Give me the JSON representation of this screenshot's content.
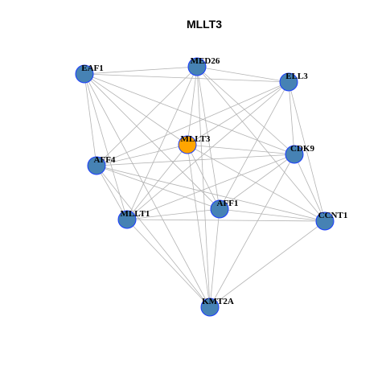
{
  "graph": {
    "title": "MLLT3",
    "colors": {
      "hub": "#ffa500",
      "node": "#4682b4",
      "node_border": "#1a3cff",
      "edge": "#b3b3b3"
    },
    "nodes": [
      {
        "id": "EAF1",
        "label": "EAF1",
        "hub": false
      },
      {
        "id": "MED26",
        "label": "MED26",
        "hub": false
      },
      {
        "id": "ELL3",
        "label": "ELL3",
        "hub": false
      },
      {
        "id": "MLLT3",
        "label": "MLLT3",
        "hub": true
      },
      {
        "id": "CDK9",
        "label": "CDK9",
        "hub": false
      },
      {
        "id": "AFF4",
        "label": "AFF4",
        "hub": false
      },
      {
        "id": "AFF1",
        "label": "AFF1",
        "hub": false
      },
      {
        "id": "MLLT1",
        "label": "MLLT1",
        "hub": false
      },
      {
        "id": "CCNT1",
        "label": "CCNT1",
        "hub": false
      },
      {
        "id": "KMT2A",
        "label": "KMT2A",
        "hub": false
      }
    ],
    "edges": [
      [
        "EAF1",
        "MED26"
      ],
      [
        "EAF1",
        "ELL3"
      ],
      [
        "EAF1",
        "MLLT3"
      ],
      [
        "EAF1",
        "CDK9"
      ],
      [
        "EAF1",
        "AFF4"
      ],
      [
        "EAF1",
        "AFF1"
      ],
      [
        "EAF1",
        "MLLT1"
      ],
      [
        "EAF1",
        "KMT2A"
      ],
      [
        "MED26",
        "ELL3"
      ],
      [
        "MED26",
        "MLLT3"
      ],
      [
        "MED26",
        "CDK9"
      ],
      [
        "MED26",
        "AFF4"
      ],
      [
        "MED26",
        "AFF1"
      ],
      [
        "MED26",
        "MLLT1"
      ],
      [
        "MED26",
        "CCNT1"
      ],
      [
        "MED26",
        "KMT2A"
      ],
      [
        "ELL3",
        "MLLT3"
      ],
      [
        "ELL3",
        "CDK9"
      ],
      [
        "ELL3",
        "AFF4"
      ],
      [
        "ELL3",
        "AFF1"
      ],
      [
        "ELL3",
        "MLLT1"
      ],
      [
        "ELL3",
        "CCNT1"
      ],
      [
        "MLLT3",
        "CDK9"
      ],
      [
        "MLLT3",
        "AFF4"
      ],
      [
        "MLLT3",
        "AFF1"
      ],
      [
        "MLLT3",
        "MLLT1"
      ],
      [
        "MLLT3",
        "CCNT1"
      ],
      [
        "MLLT3",
        "KMT2A"
      ],
      [
        "CDK9",
        "AFF4"
      ],
      [
        "CDK9",
        "AFF1"
      ],
      [
        "CDK9",
        "MLLT1"
      ],
      [
        "CDK9",
        "CCNT1"
      ],
      [
        "CDK9",
        "KMT2A"
      ],
      [
        "AFF4",
        "AFF1"
      ],
      [
        "AFF4",
        "MLLT1"
      ],
      [
        "AFF4",
        "CCNT1"
      ],
      [
        "AFF4",
        "KMT2A"
      ],
      [
        "AFF1",
        "MLLT1"
      ],
      [
        "AFF1",
        "CCNT1"
      ],
      [
        "AFF1",
        "KMT2A"
      ],
      [
        "MLLT1",
        "CCNT1"
      ],
      [
        "MLLT1",
        "KMT2A"
      ],
      [
        "CCNT1",
        "KMT2A"
      ]
    ]
  }
}
